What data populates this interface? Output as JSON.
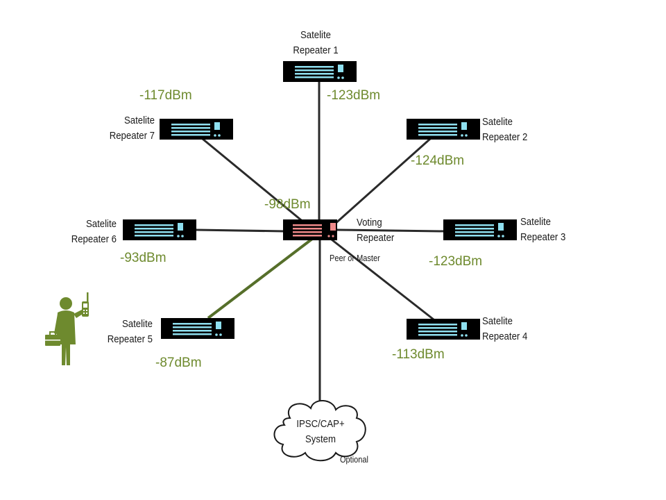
{
  "colors": {
    "link": "#2a2a2a",
    "active_link": "#566f2a",
    "device_body": "#000000",
    "device_bars": "#8fe0f0",
    "voting_bars": "#f08a8a",
    "signal_text": "#6e8a2e",
    "person": "#6e8a2e"
  },
  "repeaters": [
    {
      "id": "1",
      "line1": "Satelite",
      "line2": "Repeater 1",
      "dbm": "-123dBm"
    },
    {
      "id": "2",
      "line1": "Satelite",
      "line2": "Repeater 2",
      "dbm": "-124dBm"
    },
    {
      "id": "3",
      "line1": "Satelite",
      "line2": "Repeater 3",
      "dbm": "-123dBm"
    },
    {
      "id": "4",
      "line1": "Satelite",
      "line2": "Repeater 4",
      "dbm": "-113dBm"
    },
    {
      "id": "5",
      "line1": "Satelite",
      "line2": "Repeater 5",
      "dbm": "-87dBm"
    },
    {
      "id": "6",
      "line1": "Satelite",
      "line2": "Repeater 6",
      "dbm": "-93dBm"
    },
    {
      "id": "7",
      "line1": "Satelite",
      "line2": "Repeater 7",
      "dbm": "-117dBm"
    }
  ],
  "voting": {
    "line1": "Voting",
    "line2": "Repeater",
    "role": "Peer or Master",
    "dbm": "-98dBm"
  },
  "cloud": {
    "line1": "IPSC/CAP+",
    "line2": "System",
    "note": "Optional"
  },
  "icons": {
    "person": "person-with-radio-and-briefcase-icon",
    "device": "repeater-device-icon",
    "cloud": "cloud-icon"
  }
}
